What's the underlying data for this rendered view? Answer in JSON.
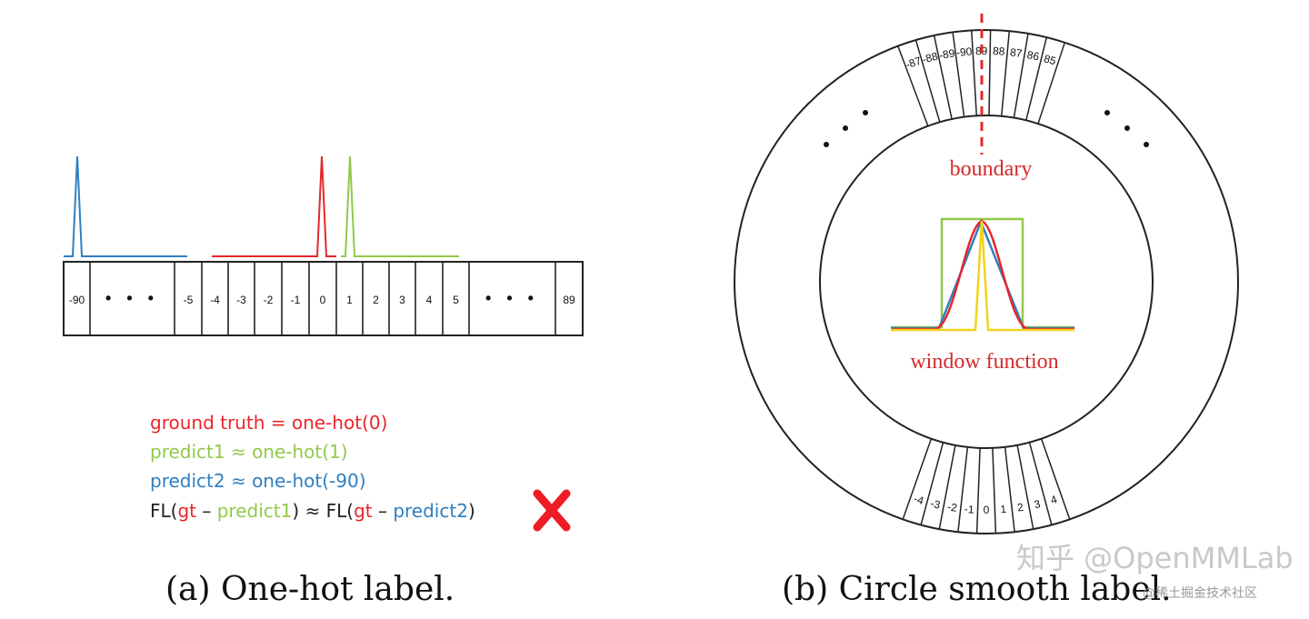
{
  "panel_a": {
    "cells": [
      "-90",
      "• • •",
      "-5",
      "-4",
      "-3",
      "-2",
      "-1",
      "0",
      "1",
      "2",
      "3",
      "4",
      "5",
      "• • •",
      "89"
    ],
    "legend": {
      "ground_truth": "ground truth = one-hot(0)",
      "predict1": "predict1 ≈ one-hot(1)",
      "predict2": "predict2 ≈ one-hot(-90)",
      "fl_prefix": "FL(",
      "fl_gt": "gt",
      "fl_minus": " – ",
      "fl_predict1": "predict1",
      "fl_mid": ") ≈  FL(",
      "fl_gt2": "gt",
      "fl_minus2": " – ",
      "fl_predict2": "predict2",
      "fl_close": ")"
    },
    "caption": "(a) One-hot label."
  },
  "panel_b": {
    "top_labels": [
      "-87",
      "-88",
      "-89",
      "-90",
      "89",
      "88",
      "87",
      "86",
      "85"
    ],
    "bottom_labels": [
      "-4",
      "-3",
      "-2",
      "-1",
      "0",
      "1",
      "2",
      "3",
      "4"
    ],
    "boundary_label": "boundary",
    "window_label": "window function",
    "caption": "(b) Circle smooth label."
  },
  "watermark": {
    "main": "知乎 @OpenMMLab",
    "sub": "@稀土掘金技术社区"
  },
  "colors": {
    "red": "#e8262b",
    "green": "#92c84b",
    "blue": "#2f7fc1",
    "yellow": "#f2d31a",
    "cross": "#ee1c25"
  },
  "icons": [
    "red-cross-icon"
  ]
}
